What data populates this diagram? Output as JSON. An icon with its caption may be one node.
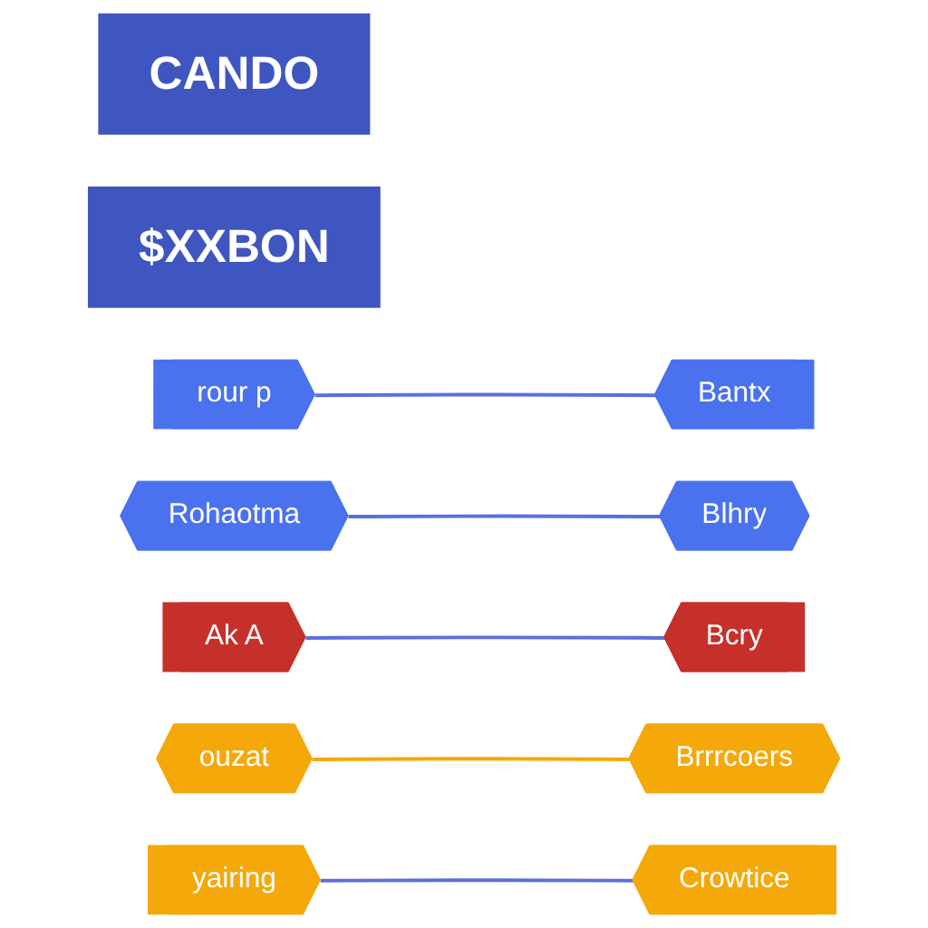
{
  "diagram": {
    "nodes": [
      {
        "text": [
          "CANDO"
        ]
      },
      {
        "text": [
          "$XXBON"
        ]
      },
      {
        "text": [
          "rour p"
        ]
      },
      {
        "text": [
          "Bantx"
        ]
      },
      {
        "text": [
          "Rohaotma"
        ]
      },
      {
        "text": [
          "Blhry"
        ]
      },
      {
        "text": [
          "Ak A"
        ]
      },
      {
        "text": [
          "Bcry"
        ]
      },
      {
        "text": [
          "ouzat"
        ]
      },
      {
        "text": [
          "Brrrcoers"
        ]
      },
      {
        "text": [
          "yairing"
        ]
      },
      {
        "text": [
          "Crowtice"
        ]
      }
    ],
    "edges": [
      {
        "from": 2,
        "to": 3,
        "arrow": "none"
      },
      {
        "from": 4,
        "to": 5,
        "arrow": "none"
      },
      {
        "from": 6,
        "to": 7,
        "arrow": "none"
      },
      {
        "from": 8,
        "to": 9,
        "arrow": "none",
        "color": "#f5a800"
      },
      {
        "from": 10,
        "to": 11,
        "arrow": "none"
      }
    ]
  }
}
